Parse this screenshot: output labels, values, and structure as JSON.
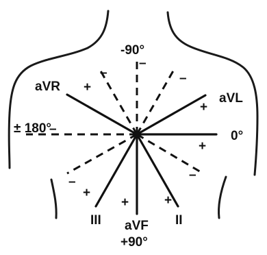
{
  "diagram": {
    "leads": [
      {
        "id": "I",
        "label": "0°",
        "solid_angle": 0,
        "style": "solid"
      },
      {
        "id": "II",
        "label": "II",
        "solid_angle": 60,
        "style": "solid"
      },
      {
        "id": "aVF",
        "label": "aVF",
        "label2": "+90°",
        "solid_angle": 90,
        "style": "solid"
      },
      {
        "id": "III",
        "label": "III",
        "solid_angle": 120,
        "style": "solid"
      },
      {
        "id": "aVR",
        "label": "aVR",
        "solid_angle": -150,
        "style": "solid"
      },
      {
        "id": "aVL",
        "label": "aVL",
        "solid_angle": -30,
        "style": "solid"
      }
    ],
    "labels": {
      "top": "-90°",
      "left": "± 180°",
      "right": "0°",
      "avr": "aVR",
      "avl": "aVL",
      "iii": "III",
      "ii": "II",
      "avf": "aVF",
      "bottom": "+90°"
    },
    "signs": {
      "plus": "+",
      "minus": "–"
    }
  }
}
